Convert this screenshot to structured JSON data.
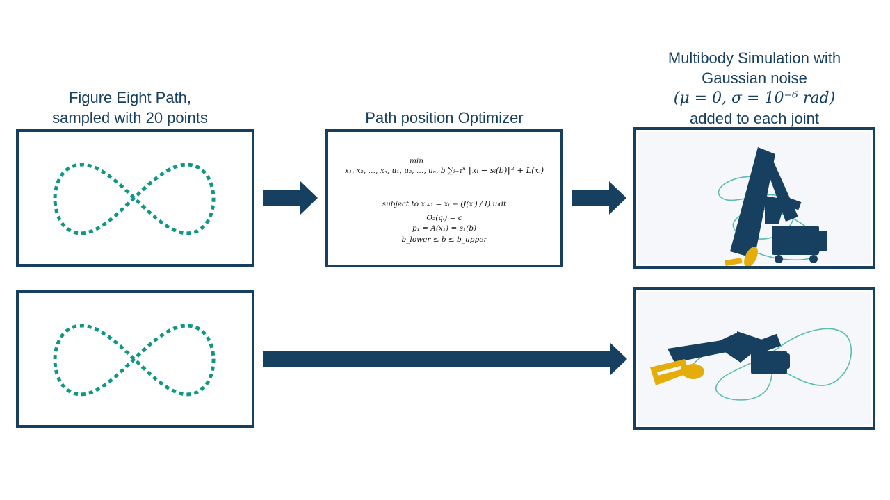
{
  "colors": {
    "frame": "#173f5f",
    "path_dots": "#0f9784",
    "robot": "#173f5f",
    "gripper": "#e4ad0c",
    "trajectory": "#5bbcb0"
  },
  "captions": {
    "input_line1": "Figure Eight Path,",
    "input_line2": "sampled with 20 points",
    "optimizer": "Path position Optimizer",
    "sim_line1": "Multibody Simulation with",
    "sim_line2": "Gaussian noise",
    "sim_line3": "(μ = 0, σ = 10⁻⁶ rad)",
    "sim_line4": "added to each joint"
  },
  "optimizer_equations": {
    "min_label": "min",
    "objective_vars": "x₁, x₂, …, xₙ, u₁, u₂, …, uₙ, b",
    "objective": "∑ᵢ₌₁ⁿ ‖xᵢ − sᵢ(b)‖² + L(xᵢ)",
    "constraint_dynamics": "subject to xᵢ₊₁ = xᵢ + (J(xᵢ) / I) uᵢdt",
    "constraint_orientation": "O₂(qᵢ) = c",
    "constraint_start": "p₁ = A(x₁) = s₁(b)",
    "constraint_bounds": "b_lower ≤ b ≤ b_upper"
  }
}
